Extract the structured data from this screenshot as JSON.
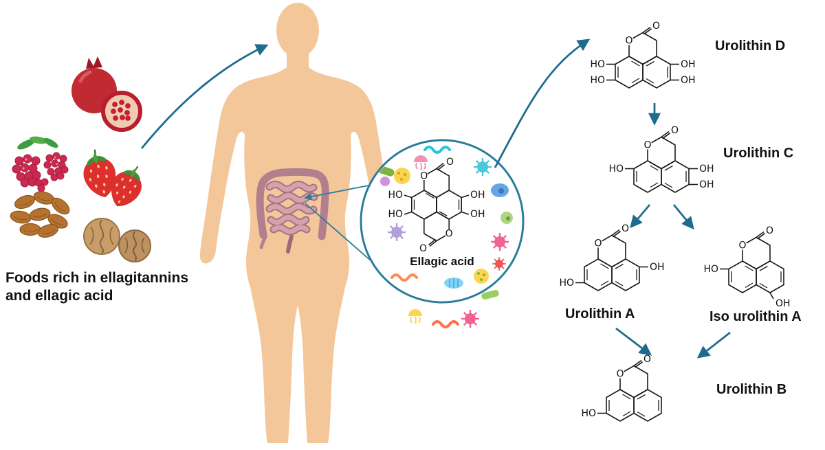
{
  "figure": {
    "caption": {
      "line1": "Foods rich in ellagitannins",
      "line2": "and ellagic acid"
    }
  },
  "atoms": {
    "ho": "HO",
    "oh": "OH",
    "o": "O"
  },
  "molecules": {
    "ellagic_acid": {
      "name": "Ellagic acid",
      "substituents": [
        "HO",
        "HO",
        "OH",
        "OH"
      ]
    },
    "urolithin_d": {
      "name": "Urolithin D",
      "substituents": [
        "HO",
        "HO",
        "OH",
        "OH"
      ]
    },
    "urolithin_c": {
      "name": "Urolithin C",
      "substituents": [
        "HO",
        "OH",
        "OH"
      ]
    },
    "urolithin_a": {
      "name": "Urolithin A",
      "substituents": [
        "HO",
        "OH"
      ]
    },
    "iso_urolithin_a": {
      "name": "Iso urolithin A",
      "substituents": [
        "HO",
        "OH"
      ]
    },
    "urolithin_b": {
      "name": "Urolithin B",
      "substituents": [
        "HO"
      ]
    }
  },
  "colors": {
    "arrow_accent": "#1f6b8d",
    "magnifier_ring": "#2a7d9c",
    "skin": "#f4c79b",
    "text": "#111111"
  }
}
